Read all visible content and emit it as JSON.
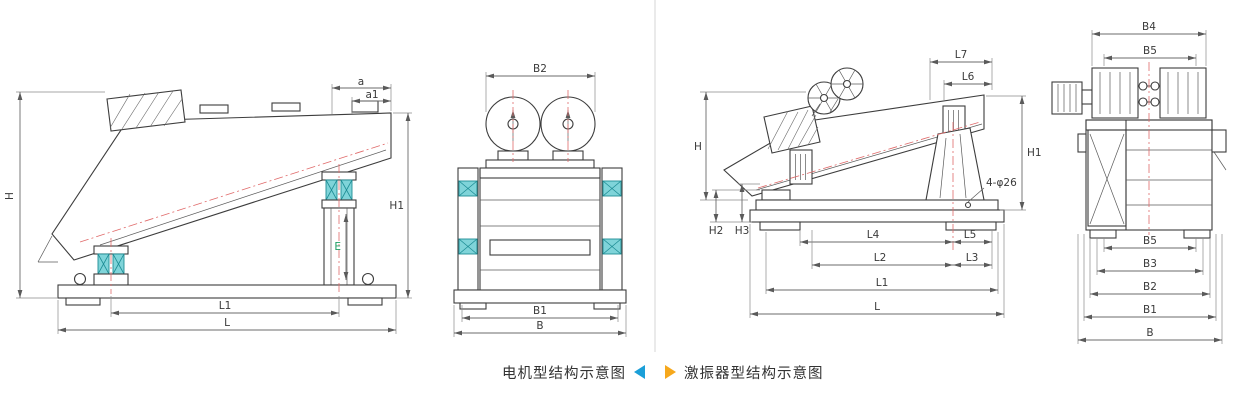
{
  "captions": {
    "left": "电机型结构示意图",
    "right": "激振器型结构示意图"
  },
  "colors": {
    "background": "#ffffff",
    "line": "#3d3d3d",
    "dimension": "#6b6b6b",
    "centerline_red": "#e06a6a",
    "spring_teal": "#7fd4d9",
    "label_green": "#1f9e63",
    "arrow_blue": "#1b9fd8",
    "arrow_yellow": "#f6a81c"
  },
  "motor_diagram": {
    "side_view": {
      "h": "H",
      "a": "a",
      "a1": "a1",
      "e": "E",
      "h1": "H1",
      "l1": "L1",
      "l": "L"
    },
    "front_view": {
      "b2": "B2",
      "b1": "B1",
      "b": "B"
    }
  },
  "exciter_diagram": {
    "side_view": {
      "l7": "L7",
      "l6": "L6",
      "h": "H",
      "h1": "H1",
      "h2": "H2",
      "h3": "H3",
      "holes": "4-φ26",
      "l4": "L4",
      "l5": "L5",
      "l2": "L2",
      "l3": "L3",
      "l1": "L1",
      "l": "L"
    },
    "end_view": {
      "b4": "B4",
      "b5_top": "B5",
      "b5": "B5",
      "b3": "B3",
      "b2": "B2",
      "b1": "B1",
      "b": "B"
    }
  }
}
